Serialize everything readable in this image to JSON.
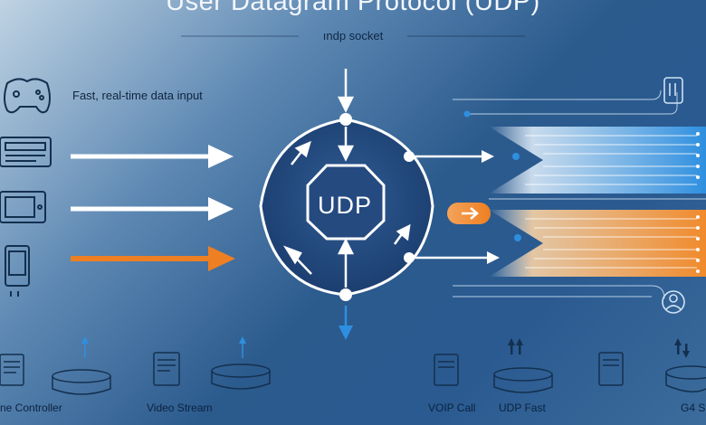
{
  "title": "User Datagram Protocol (UDP)",
  "subtitle": "ındp socket",
  "input_caption": "Fast, real-time data input",
  "core_label": "UDP",
  "bottom_labels": {
    "controller": "ne Controller",
    "video": "Video Stream",
    "voip": "VOIP Call",
    "udp_fast": "UDP Fast",
    "extra": "G4 S"
  },
  "icons": {
    "left_devices": [
      "gamepad-icon",
      "keyboard-icon",
      "tablet-icon",
      "phone-icon"
    ],
    "right_devices": [
      "phone-icon",
      "user-icon"
    ],
    "bottom": [
      "document-icon",
      "server-disk-icon",
      "up-arrow-icon",
      "double-arrow-icon"
    ]
  },
  "colors": {
    "accent_orange": "#f08a2c",
    "accent_blue": "#2e8fe0",
    "node_white": "#ffffff",
    "core_dark": "#1c3f74"
  }
}
